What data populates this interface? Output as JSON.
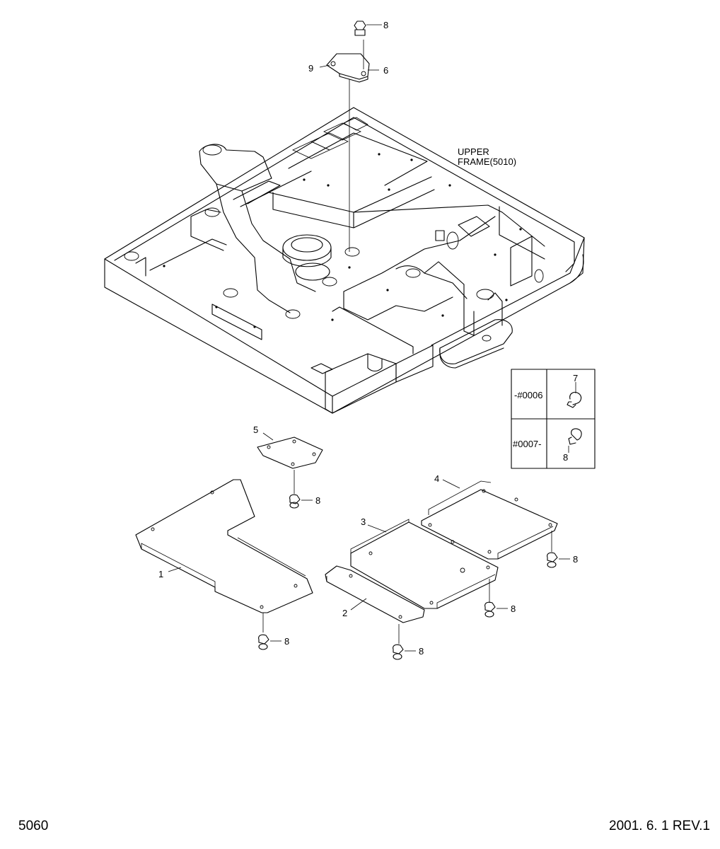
{
  "frame": {
    "label_line1": "UPPER",
    "label_line2": "FRAME(5010)"
  },
  "callouts": {
    "c8_top": "8",
    "c6": "6",
    "c9": "9",
    "c5": "5",
    "c8_p5": "8",
    "c1": "1",
    "c8_p1": "8",
    "c2": "2",
    "c8_p2": "8",
    "c3": "3",
    "c8_p3": "8",
    "c4": "4",
    "c8_p4": "8"
  },
  "serial_table": {
    "rows": [
      {
        "range": "-#0006",
        "item": "7"
      },
      {
        "range": "#0007-",
        "item": "8"
      }
    ]
  },
  "footer": {
    "page_number": "5060",
    "revision": "2001. 6. 1 REV.1"
  }
}
